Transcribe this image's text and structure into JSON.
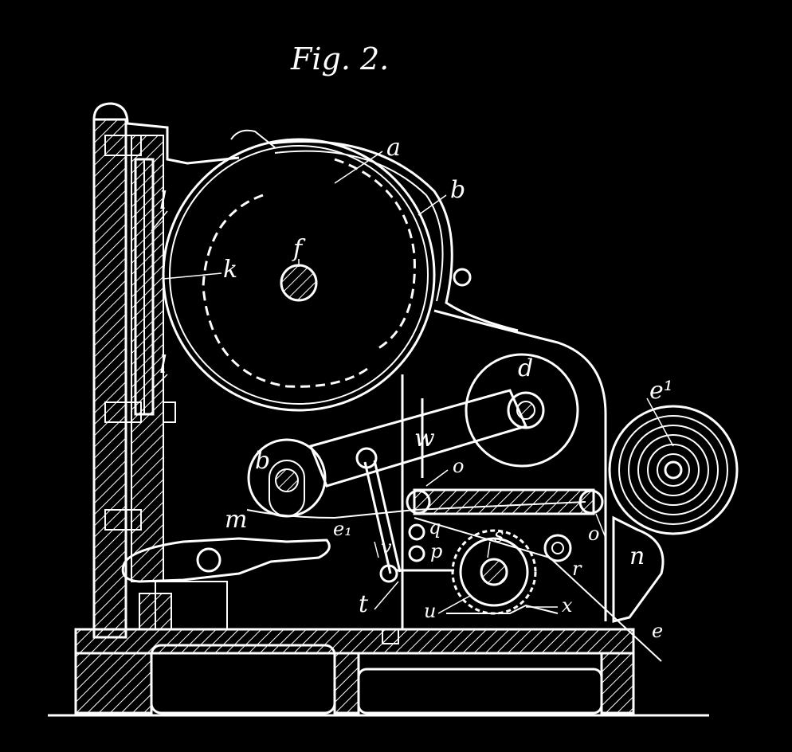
{
  "figure": {
    "title": "Fig. 2.",
    "labels": {
      "a": "a",
      "b": "b",
      "f": "f",
      "k": "k",
      "l1": "l",
      "l2": "l",
      "d": "d",
      "w": "w",
      "b2": "b",
      "o1": "o",
      "e1": "e₁",
      "m": "m",
      "q": "q",
      "p": "p",
      "s": "s",
      "r": "r",
      "o2": "o",
      "v": "v",
      "t": "t",
      "u": "u",
      "x": "x",
      "e_top": "e¹",
      "n": "n",
      "e": "e"
    }
  },
  "colors": {
    "background": "#000000",
    "lines": "#ffffff"
  }
}
